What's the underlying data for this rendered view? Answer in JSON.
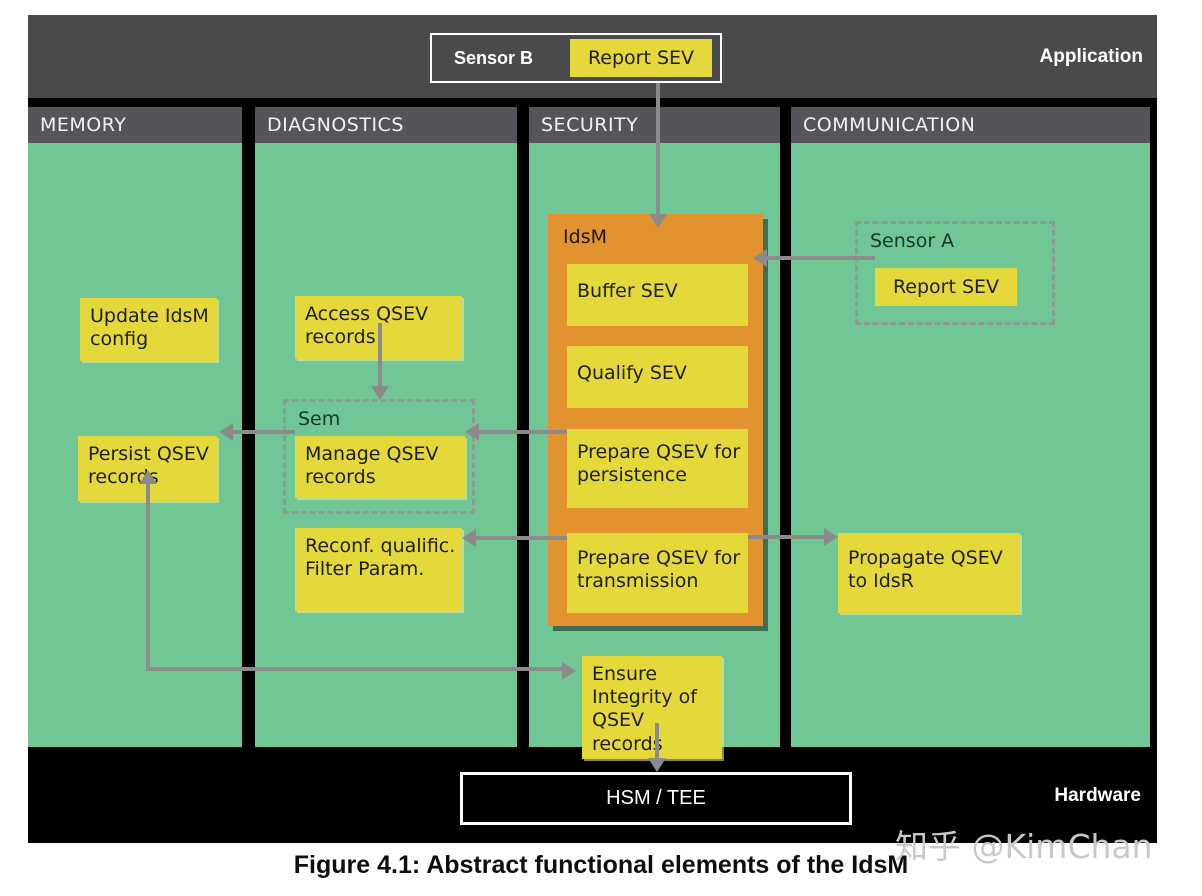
{
  "app_bar": {
    "title": "Application",
    "sensor_b_label": "Sensor B",
    "sensor_b_action": "Report SEV"
  },
  "memory": {
    "header": "MEMORY",
    "update_config": "Update IdsM config",
    "persist": "Persist QSEV records"
  },
  "diagnostics": {
    "header": "DIAGNOSTICS",
    "access": "Access QSEV records",
    "sem_label": "Sem",
    "manage": "Manage QSEV records",
    "reconf": "Reconf. qualific. Filter Param."
  },
  "security": {
    "header": "SECURITY",
    "idsm_label": "IdsM",
    "buffer": "Buffer SEV",
    "qualify": "Qualify SEV",
    "prepare_persistence": "Prepare QSEV for persistence",
    "prepare_transmission": "Prepare QSEV for transmission",
    "ensure_integrity": "Ensure Integrity of QSEV records"
  },
  "communication": {
    "header": "COMMUNICATION",
    "sensor_a_label": "Sensor A",
    "sensor_a_action": "Report SEV",
    "propagate": "Propagate QSEV to IdsR"
  },
  "hardware_bar": {
    "title": "Hardware",
    "hsm": "HSM / TEE"
  },
  "caption": "Figure 4.1: Abstract functional elements of the IdsM",
  "watermark": "知乎 @KimChan",
  "colors": {
    "background": "#000000",
    "application_bar": "#4a4a4c",
    "column_header": "#54555a",
    "column_green": "#70c795",
    "box_yellow": "#e5d83a",
    "idsm_orange": "#e2922e",
    "arrow_gray": "#8b8b8b",
    "dashed_gray": "#8d9b94"
  }
}
